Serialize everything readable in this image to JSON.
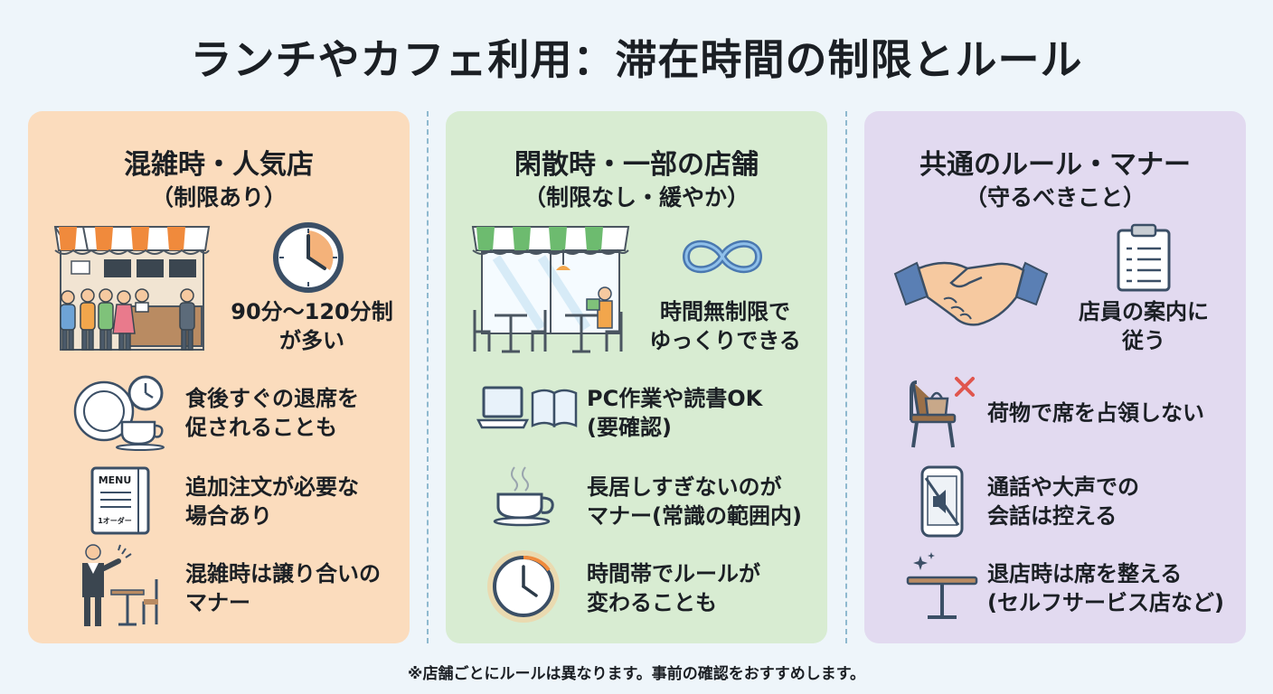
{
  "title": "ランチやカフェ利用：滞在時間の制限とルール",
  "panels": [
    {
      "title": "混雑時・人気店",
      "subtitle": "（制限あり）",
      "items": [
        {
          "lines": [
            "90分〜120分制",
            "が多い"
          ],
          "icon": "clock-icon"
        },
        {
          "lines": [
            "食後すぐの退席を",
            "促されることも"
          ],
          "icon": "plate-cup-icon"
        },
        {
          "lines": [
            "追加注文が必要な",
            "場合あり"
          ],
          "icon": "menu-icon"
        },
        {
          "lines": [
            "混雑時は譲り合いの",
            "マナー"
          ],
          "icon": "waiter-icon"
        }
      ],
      "hero_icon": "cafe-counter-icon",
      "menu_icon_text": [
        "MENU",
        "1オーダー"
      ]
    },
    {
      "title": "閑散時・一部の店舗",
      "subtitle": "（制限なし・緩やか）",
      "items": [
        {
          "lines": [
            "時間無制限で",
            "ゆっくりできる"
          ],
          "icon": "infinity-icon"
        },
        {
          "lines": [
            "PC作業や読書OK",
            "(要確認)"
          ],
          "icon": "laptop-book-icon"
        },
        {
          "lines": [
            "長居しすぎないのが",
            "マナー(常識の範囲内)"
          ],
          "icon": "coffee-cup-icon"
        },
        {
          "lines": [
            "時間帯でルールが",
            "変わることも"
          ],
          "icon": "clock-glow-icon"
        }
      ],
      "hero_icon": "cafe-window-icon"
    },
    {
      "title": "共通のルール・マナー",
      "subtitle": "（守るべきこと）",
      "items": [
        {
          "lines": [
            "店員の案内に",
            "従う"
          ],
          "icon": "clipboard-icon"
        },
        {
          "lines": [
            "荷物で席を占領しない"
          ],
          "icon": "chair-bag-icon"
        },
        {
          "lines": [
            "通話や大声での",
            "会話は控える"
          ],
          "icon": "phone-mute-icon"
        },
        {
          "lines": [
            "退店時は席を整える",
            "(セルフサービス店など)"
          ],
          "icon": "table-icon"
        }
      ],
      "hero_icon": "handshake-icon"
    }
  ],
  "footnote": "※店舗ごとにルールは異なります。事前の確認をおすすめします。",
  "colors": {
    "orange_panel": "#fbdcbd",
    "green_panel": "#d8ecd2",
    "purple_panel": "#e2daf0",
    "background": "#eef5fa",
    "divider": "#8fb9cf"
  }
}
